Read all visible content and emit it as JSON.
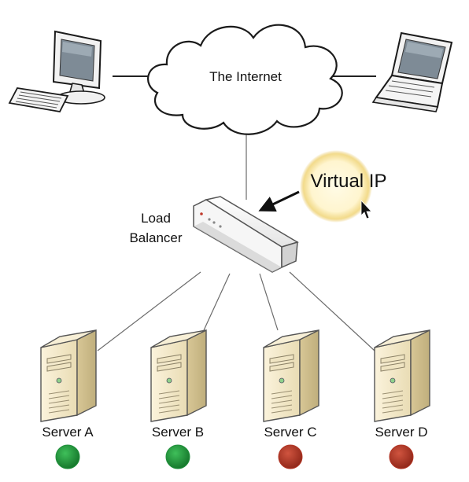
{
  "cloud": {
    "label": "The Internet"
  },
  "load_balancer": {
    "label_line1": "Load",
    "label_line2": "Balancer"
  },
  "virtual_ip": {
    "label": "Virtual IP"
  },
  "servers": [
    {
      "name": "Server A",
      "status": "up",
      "status_color": "#1f8f3a"
    },
    {
      "name": "Server B",
      "status": "up",
      "status_color": "#1f8f3a"
    },
    {
      "name": "Server C",
      "status": "down",
      "status_color": "#b23524"
    },
    {
      "name": "Server D",
      "status": "down",
      "status_color": "#b23524"
    }
  ],
  "clients": [
    {
      "type": "desktop-computer"
    },
    {
      "type": "laptop-computer"
    }
  ]
}
